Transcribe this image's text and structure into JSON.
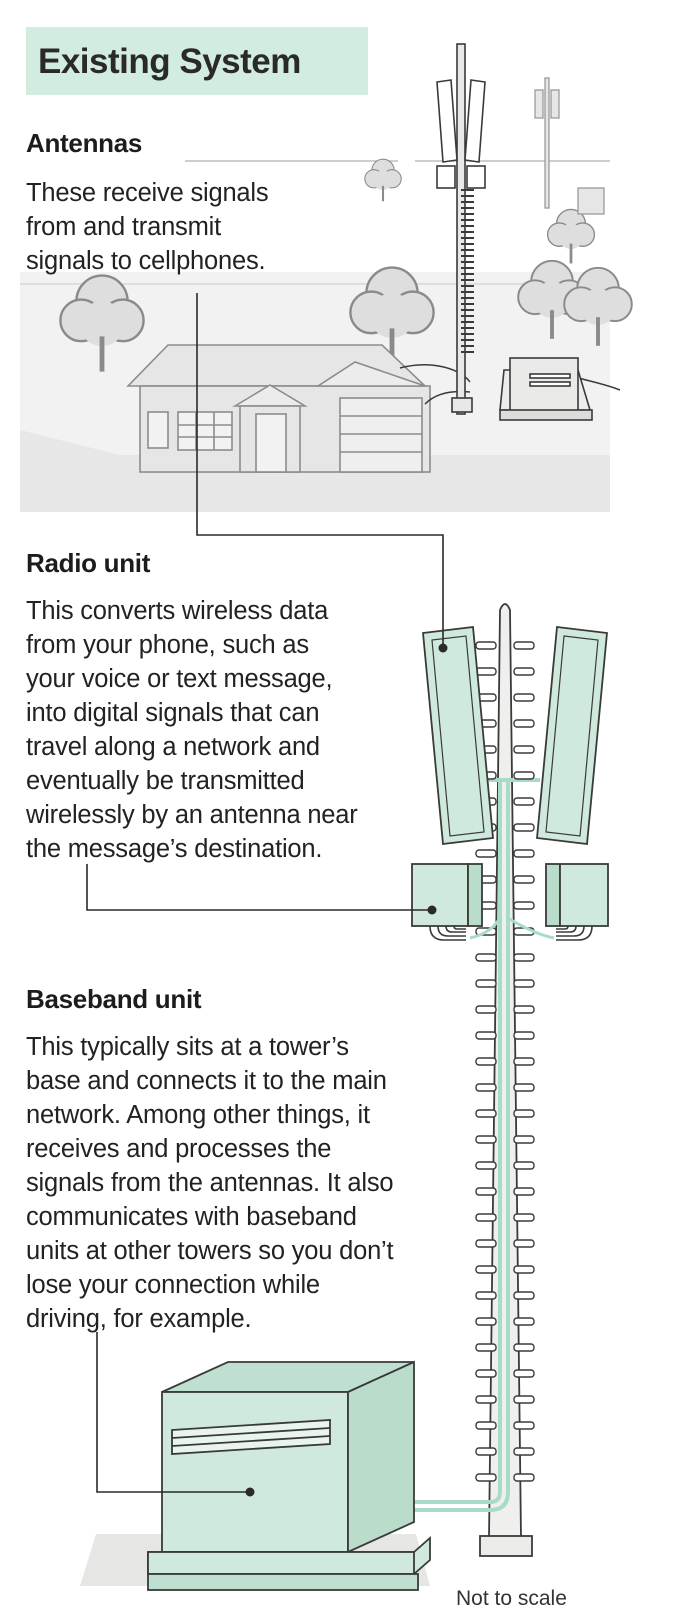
{
  "title": "Existing System",
  "sections": [
    {
      "heading": "Antennas",
      "body": "These receive signals\nfrom and transmit\nsignals to cellphones."
    },
    {
      "heading": "Radio unit",
      "body": "This converts wireless data\nfrom your phone, such as\nyour voice or text message,\ninto digital signals that can\ntravel along a network and\neventually be transmitted\nwirelessly by an antenna near\nthe message’s destination."
    },
    {
      "heading": "Baseband unit",
      "body": "This typically sits at a tower’s\nbase and connects it to the main\nnetwork. Among other things, it\nreceives and processes the\nsignals from the antennas. It also\ncommunicates with baseband\nunits at other towers so you don’t\nlose your connection while\ndriving, for example."
    }
  ],
  "note": "Not to scale",
  "colors": {
    "accent": "#d3ece0",
    "component_fill": "#cfe9dc",
    "fiber": "#a9dcc6",
    "tower": "#eeeeec",
    "outline": "#3a3a3a",
    "ground": "#ececec"
  }
}
